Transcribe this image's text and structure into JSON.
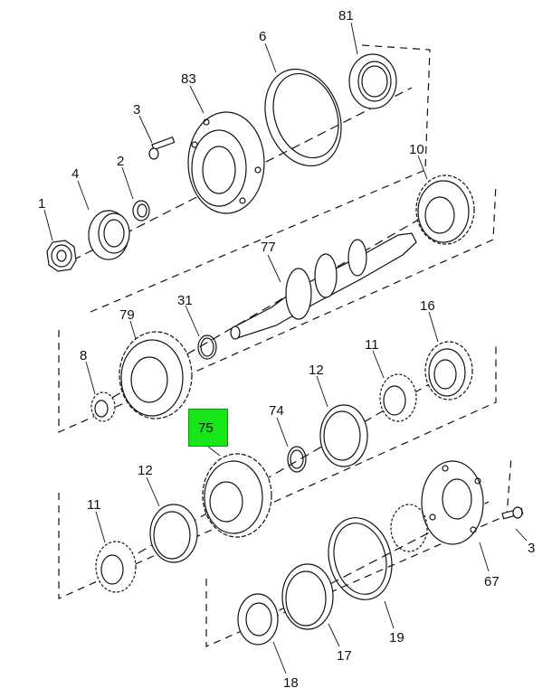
{
  "callouts": {
    "p81": "81",
    "p6": "6",
    "p83": "83",
    "p3a": "3",
    "p2": "2",
    "p4": "4",
    "p1": "1",
    "p10": "10",
    "p77": "77",
    "p31": "31",
    "p79": "79",
    "p8": "8",
    "p16": "16",
    "p11a": "11",
    "p12a": "12",
    "p74": "74",
    "p75": "75",
    "p12b": "12",
    "p11b": "11",
    "p3b": "3",
    "p67": "67",
    "p19": "19",
    "p17": "17",
    "p18": "18"
  },
  "highlight": {
    "label": "75",
    "color": "#19e619"
  },
  "colors": {
    "line": "#111111",
    "background": "#ffffff"
  }
}
